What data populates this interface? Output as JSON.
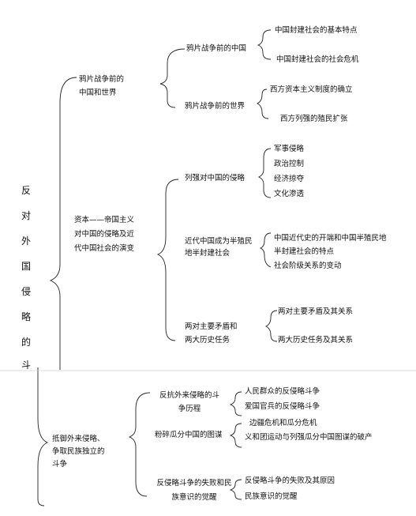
{
  "root": {
    "title_chars": [
      "反",
      "对",
      "外",
      "国",
      "侵",
      "略",
      "的",
      "斗"
    ]
  },
  "part1": {
    "label": "鸦片战争前的中国和世界",
    "sub1": {
      "label": "鸦片战争前的中国",
      "items": [
        "中国封建社会的基本特点",
        "中国封建社会的社会危机"
      ]
    },
    "sub2": {
      "label": "鸦片战争前的世界",
      "items": [
        "西方资本主义制度的确立",
        "西方列强的殖民扩张"
      ]
    }
  },
  "part2": {
    "label": "资本——帝国主义对中国的侵略及近代中国社会的演变",
    "sub1": {
      "label": "列强对中国的侵略",
      "items": [
        "军事侵略",
        "政治控制",
        "经济掠夺",
        "文化渗透"
      ]
    },
    "sub2": {
      "label": "近代中国成为半殖民地半封建社会",
      "items": [
        "中国近代史的开端和中国半殖民地",
        "半封建社会的特点",
        "社会阶级关系的变动"
      ]
    },
    "sub3": {
      "label": "两对主要矛盾和两大历史任务",
      "items": [
        "两对主要矛盾及其关系",
        "两大历史任务及其关系"
      ]
    }
  },
  "part3": {
    "label": "抵御外来侵略、争取民族独立的斗争",
    "sub1": {
      "label": "反抗外来侵略的斗争历程",
      "items": [
        "人民群众的反侵略斗争",
        "爱国官兵的反侵略斗争"
      ]
    },
    "sub2": {
      "label": "粉碎瓜分中国的图谋",
      "items": [
        "边疆危机和瓜分危机",
        "义和团运动与列强瓜分中国图谋的破产"
      ]
    },
    "sub3": {
      "label": "反侵略斗争的失败和民族意识的觉醒",
      "items": [
        "反侵略斗争的失败及其原因",
        "民族意识的觉醒"
      ]
    }
  }
}
